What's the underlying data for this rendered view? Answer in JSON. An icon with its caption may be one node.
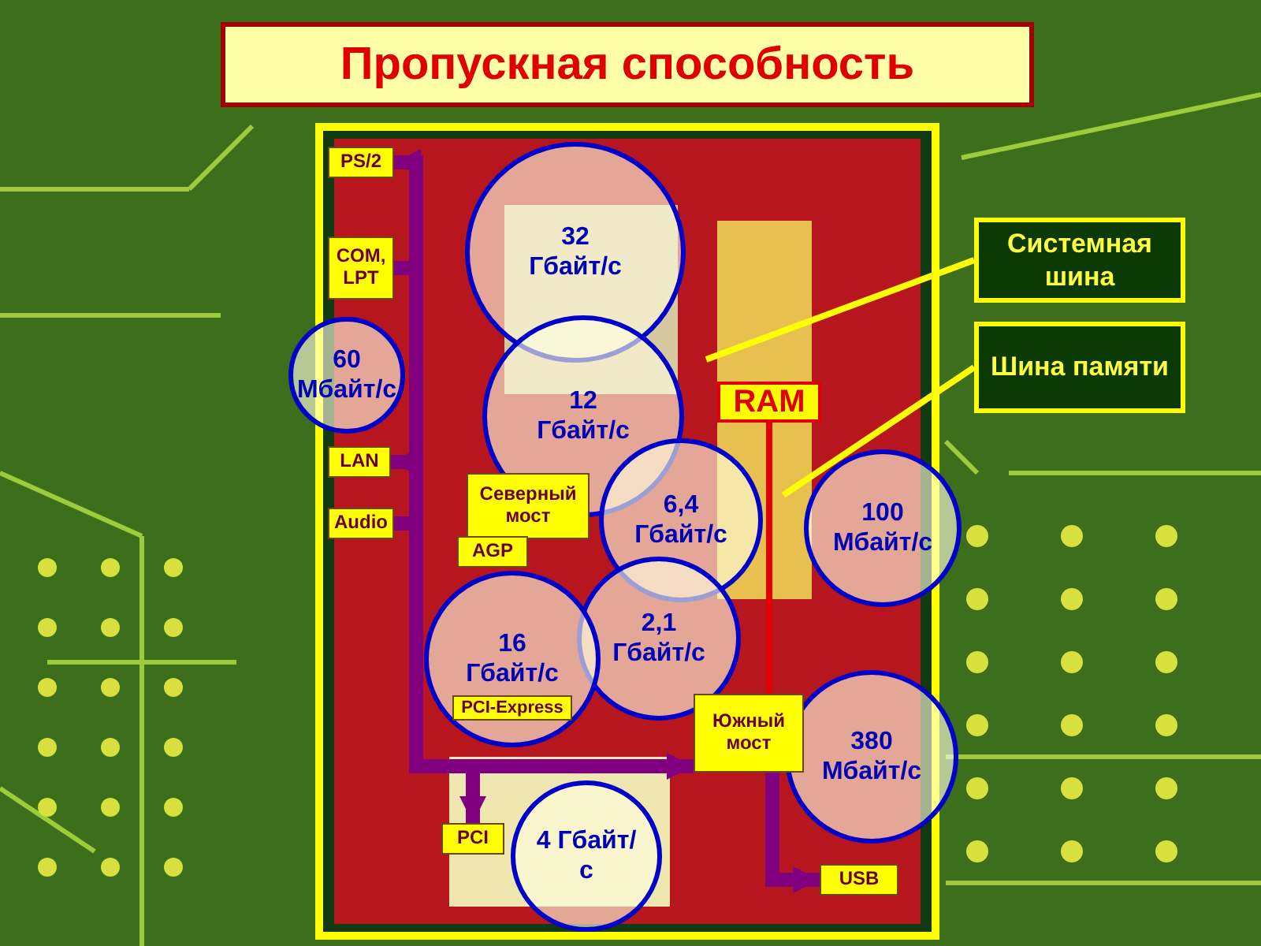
{
  "diagram": {
    "title": "Пропускная способность",
    "nodes": [
      {
        "text": [
          "PS/2"
        ]
      },
      {
        "text": [
          "32 Гбайт/с"
        ]
      },
      {
        "text": [
          "Системная шина"
        ]
      },
      {
        "text": [
          "COM, LPT"
        ]
      },
      {
        "text": [
          "60 Мбайт/с"
        ]
      },
      {
        "text": [
          "12 Гбайт/с"
        ]
      },
      {
        "text": [
          "Шина памяти"
        ]
      },
      {
        "text": [
          "RAM"
        ]
      },
      {
        "text": [
          "LAN"
        ]
      },
      {
        "text": [
          "Северный мост"
        ]
      },
      {
        "text": [
          "6,4 Гбайт/с"
        ]
      },
      {
        "text": [
          "Audio"
        ]
      },
      {
        "text": [
          "100 Мбайт/с"
        ]
      },
      {
        "text": [
          "AGP"
        ]
      },
      {
        "text": [
          "2,1 Гбайт/с"
        ]
      },
      {
        "text": [
          "PCI-Express"
        ],
        "in": 16
      },
      {
        "text": [
          "16 Гбайт/с"
        ]
      },
      {
        "text": [
          "Южный мост"
        ]
      },
      {
        "text": [
          "380 Мбайт/с"
        ]
      },
      {
        "text": [
          "PCI"
        ]
      },
      {
        "text": [
          "4 Гбайт/с"
        ]
      },
      {
        "text": [
          "USB"
        ]
      }
    ],
    "edges": [
      {
        "from": 17,
        "to": 0,
        "arrow": "to"
      },
      {
        "from": 17,
        "to": 3,
        "arrow": "to"
      },
      {
        "from": 17,
        "to": 8,
        "arrow": "to"
      },
      {
        "from": 17,
        "to": 11,
        "arrow": "to"
      },
      {
        "from": 17,
        "to": 19,
        "arrow": "both"
      },
      {
        "from": 17,
        "to": 21,
        "arrow": "to"
      },
      {
        "from": 7,
        "to": 17,
        "arrow": "none",
        "color": "#e00000"
      },
      {
        "from": 2,
        "to": null,
        "arrow": "none",
        "color": "#ffff00"
      },
      {
        "from": 6,
        "to": null,
        "arrow": "none",
        "color": "#ffff00"
      }
    ]
  }
}
